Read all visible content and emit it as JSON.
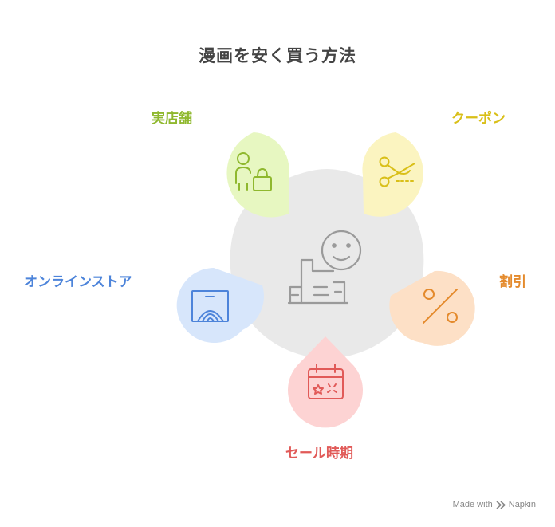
{
  "title": "漫画を安く買う方法",
  "items": [
    {
      "label": "実店舗",
      "color": "#8fb82e",
      "fill": "#e7f7c1",
      "icon": "shopper-with-bag-icon"
    },
    {
      "label": "クーポン",
      "color": "#d9bf18",
      "fill": "#fbf4c0",
      "icon": "scissors-cutting-coupon-icon"
    },
    {
      "label": "割引",
      "color": "#e48a2c",
      "fill": "#fde0c6",
      "icon": "percent-icon"
    },
    {
      "label": "セール時期",
      "color": "#e15a58",
      "fill": "#fdd3d3",
      "icon": "sale-calendar-icon"
    },
    {
      "label": "オンラインストア",
      "color": "#4d84da",
      "fill": "#d7e6fb",
      "icon": "online-shopping-bag-icon"
    }
  ],
  "center": {
    "icon": "happy-savings-icon",
    "fill": "#e9e9e9"
  },
  "footer": {
    "text": "Made with",
    "brand": "Napkin"
  }
}
